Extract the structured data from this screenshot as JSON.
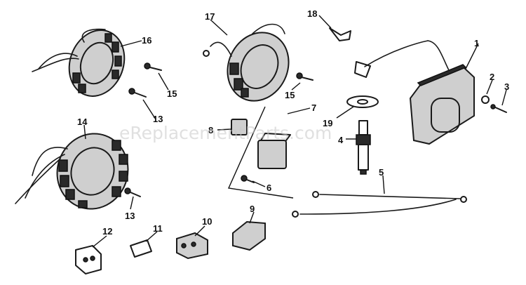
{
  "diagram": {
    "watermark": "eReplacementParts.com",
    "callouts": [
      {
        "id": "1",
        "label": "1"
      },
      {
        "id": "2",
        "label": "2"
      },
      {
        "id": "3",
        "label": "3"
      },
      {
        "id": "4",
        "label": "4"
      },
      {
        "id": "5",
        "label": "5"
      },
      {
        "id": "6",
        "label": "6"
      },
      {
        "id": "7",
        "label": "7"
      },
      {
        "id": "8",
        "label": "8"
      },
      {
        "id": "9",
        "label": "9"
      },
      {
        "id": "10",
        "label": "10"
      },
      {
        "id": "11",
        "label": "11"
      },
      {
        "id": "12",
        "label": "12"
      },
      {
        "id": "13a",
        "label": "13"
      },
      {
        "id": "13b",
        "label": "13"
      },
      {
        "id": "14",
        "label": "14"
      },
      {
        "id": "15a",
        "label": "15"
      },
      {
        "id": "15b",
        "label": "15"
      },
      {
        "id": "16",
        "label": "16"
      },
      {
        "id": "17",
        "label": "17"
      },
      {
        "id": "18",
        "label": "18"
      },
      {
        "id": "19",
        "label": "19"
      }
    ]
  }
}
